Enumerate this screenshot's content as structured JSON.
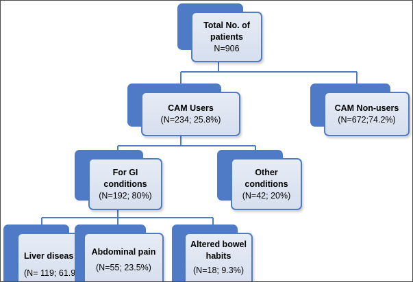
{
  "nodes": {
    "total": {
      "label_line1": "Total No. of",
      "label_line2": "patients",
      "count": "N=906"
    },
    "cam_users": {
      "label": "CAM Users",
      "count": "(N=234; 25.8%)"
    },
    "cam_non_users": {
      "label": "CAM Non-users",
      "count": "(N=672;74.2%)"
    },
    "gi_conditions": {
      "label_line1": "For GI",
      "label_line2": "conditions",
      "count": "(N=192; 80%)"
    },
    "other_conditions": {
      "label_line1": "Other",
      "label_line2": "conditions",
      "count": "(N=42; 20%)"
    },
    "liver_disease": {
      "label": "Liver diseas",
      "count": "(N= 119; 61.9"
    },
    "abdominal_pain": {
      "label": "Abdominal pain",
      "count": "(N=55; 23.5%)"
    },
    "altered_bowel": {
      "label_line1": "Altered bowel",
      "label_line2": "habits",
      "count": "(N=18; 9.3%)"
    }
  },
  "colors": {
    "border": "#4f7ac6",
    "back_block": "#4f7ac6",
    "fill": "#dde5f2",
    "connector": "#4f7ac6"
  }
}
